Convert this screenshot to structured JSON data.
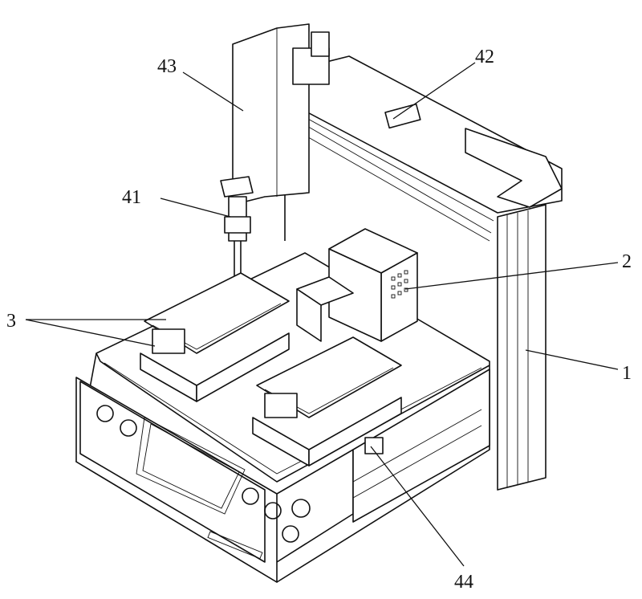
{
  "figure": {
    "labels": {
      "l43": "43",
      "l42": "42",
      "l41": "41",
      "l2": "2",
      "l3": "3",
      "l1": "1",
      "l44": "44"
    }
  }
}
